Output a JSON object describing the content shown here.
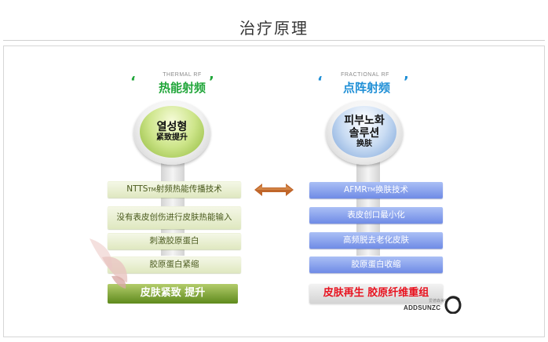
{
  "page": {
    "title": "治疗原理"
  },
  "left": {
    "sub_label": "THERMAL RF",
    "title": "热能射频",
    "circle_line1": "열성형",
    "circle_line2": "紧致提升",
    "step1_text": "NTTS",
    "step1_sup": "TM",
    "step1_rest": " 射频热能传播技术",
    "step2": "没有表皮创伤进行皮肤热能输入",
    "step3": "刺激胶原蛋白",
    "step4": "胶原蛋白紧缩",
    "result": "皮肤紧致 提升",
    "accent": "#21a63a"
  },
  "right": {
    "sub_label": "FRACTIONAL RF",
    "title": "点阵射频",
    "circle_line1": "피부노화",
    "circle_line2": "솔루션",
    "circle_line3": "换肤",
    "step1_text": "AFMR",
    "step1_sup": "TM",
    "step1_rest": " 换肤技术",
    "step2": "表皮创口最小化",
    "step3": "高频脱去老化皮肤",
    "step4": "胶原蛋白收缩",
    "result": "皮肤再生 胶原纤维重组",
    "accent": "#1f8fd6"
  },
  "quote_open": "‘",
  "quote_close": "’",
  "watermark": {
    "brand": "ADDSUNZC",
    "small": "爱德森美容"
  },
  "colors": {
    "arrow": "#c0662a",
    "result_text_right": "#e8121f",
    "result_green": "#5e8a1c"
  }
}
